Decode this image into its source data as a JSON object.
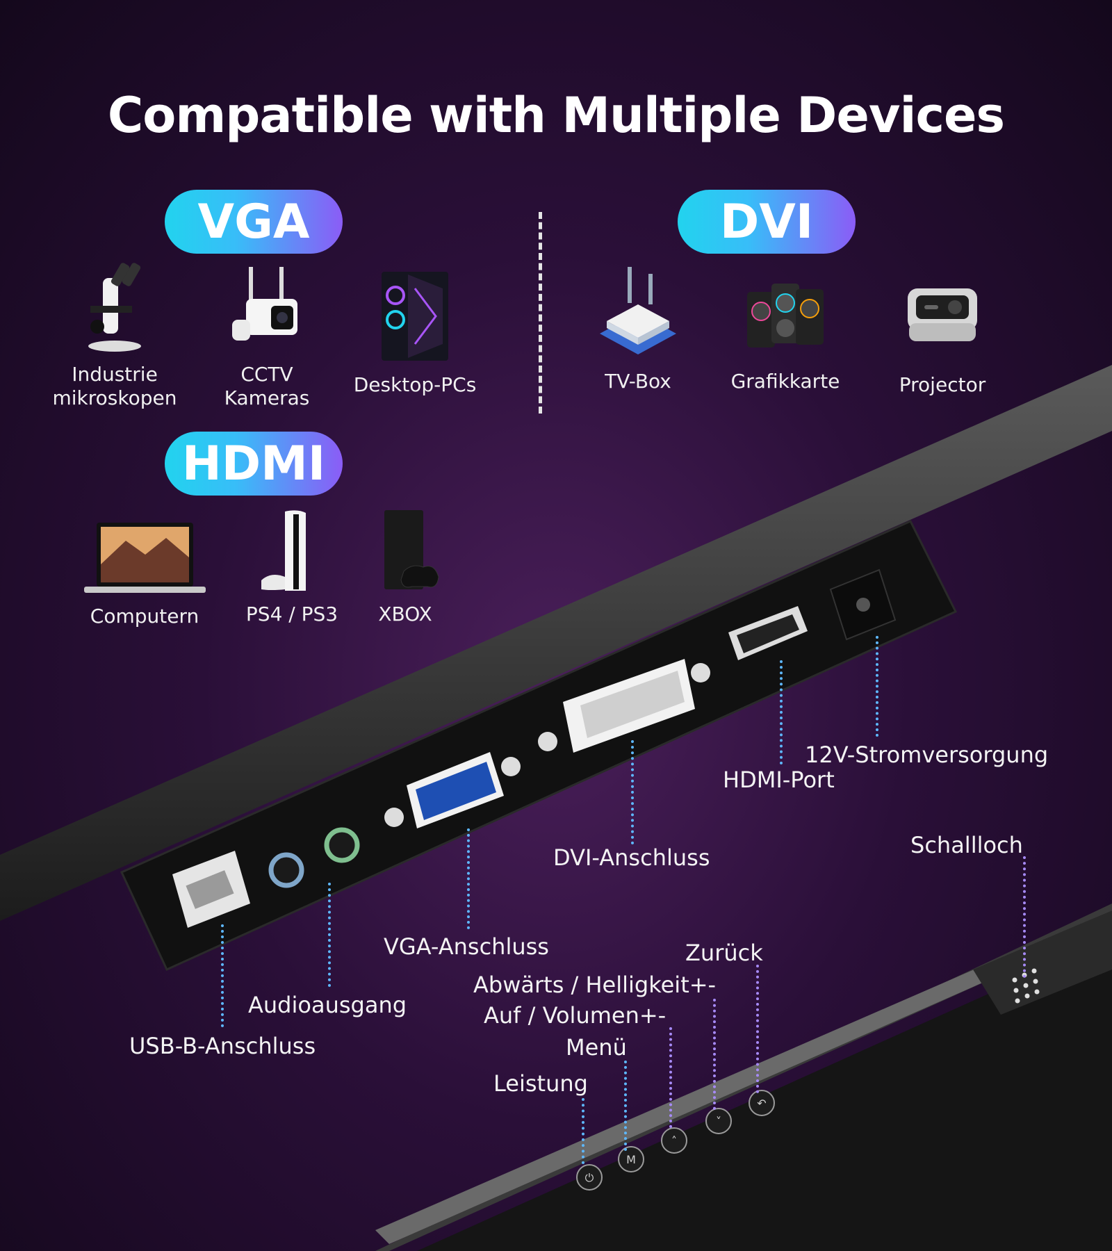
{
  "title": "Compatible with Multiple Devices",
  "sections": {
    "vga": {
      "label": "VGA",
      "devices": [
        {
          "name": "Industrie\nmikroskopen",
          "icon": "microscope-icon"
        },
        {
          "name": "CCTV\nKameras",
          "icon": "security-camera-icon"
        },
        {
          "name": "Desktop-PCs",
          "icon": "desktop-pc-icon"
        }
      ]
    },
    "dvi": {
      "label": "DVI",
      "devices": [
        {
          "name": "TV-Box",
          "icon": "tv-box-icon"
        },
        {
          "name": "Grafikkarte",
          "icon": "graphics-card-icon"
        },
        {
          "name": "Projector",
          "icon": "projector-icon"
        }
      ]
    },
    "hdmi": {
      "label": "HDMI",
      "devices": [
        {
          "name": "Computern",
          "icon": "laptop-icon"
        },
        {
          "name": "PS4 / PS3",
          "icon": "playstation-icon"
        },
        {
          "name": "XBOX",
          "icon": "xbox-icon"
        }
      ]
    }
  },
  "callouts": {
    "power_supply": "12V-Stromversorgung",
    "hdmi_port": "HDMI-Port",
    "dvi_port": "DVI-Anschluss",
    "vga_port": "VGA-Anschluss",
    "audio_out": "Audioausgang",
    "usb_b": "USB-B-Anschluss",
    "sound_hole": "Schallloch",
    "back": "Zurück",
    "down_brightness": "Abwärts / Helligkeit+-",
    "up_volume": "Auf / Volumen+-",
    "menu": "Menü",
    "power": "Leistung"
  },
  "colors": {
    "accent_cyan": "#22d3ee",
    "accent_purple": "#8b5cf6",
    "dash": "#5eb8ff"
  }
}
